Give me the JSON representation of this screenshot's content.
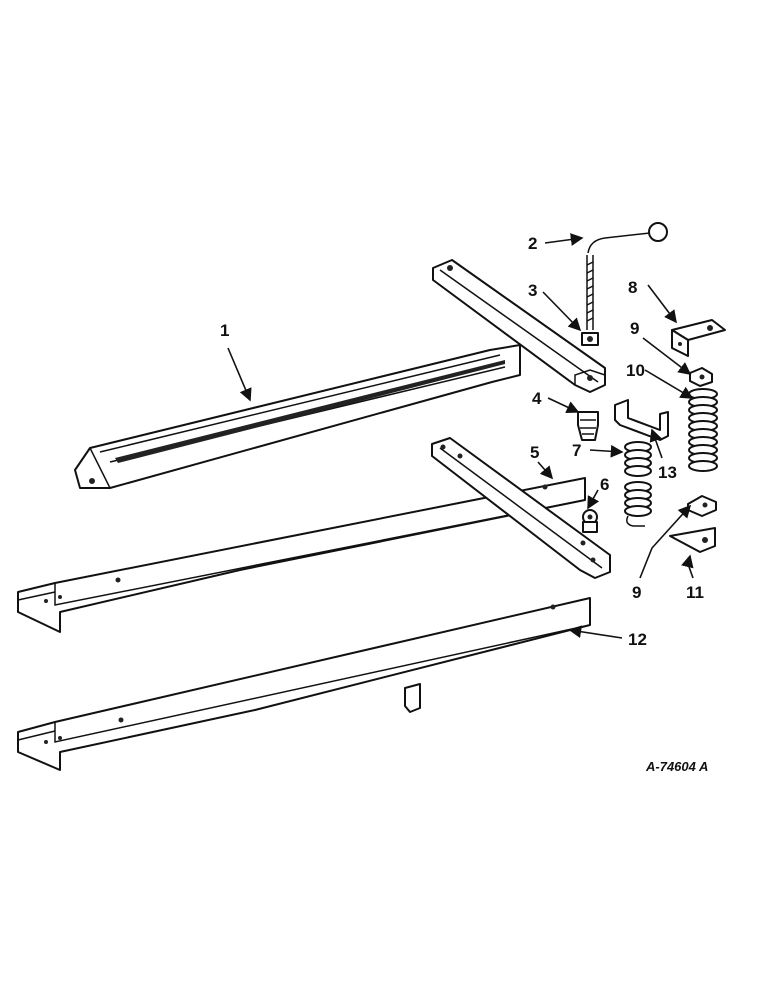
{
  "callouts": {
    "c1": "1",
    "c2": "2",
    "c3": "3",
    "c4": "4",
    "c5": "5",
    "c6": "6",
    "c7": "7",
    "c8": "8",
    "c9a": "9",
    "c9b": "9",
    "c10": "10",
    "c11": "11",
    "c12": "12",
    "c13": "13"
  },
  "figure_id": "A-74604 A"
}
